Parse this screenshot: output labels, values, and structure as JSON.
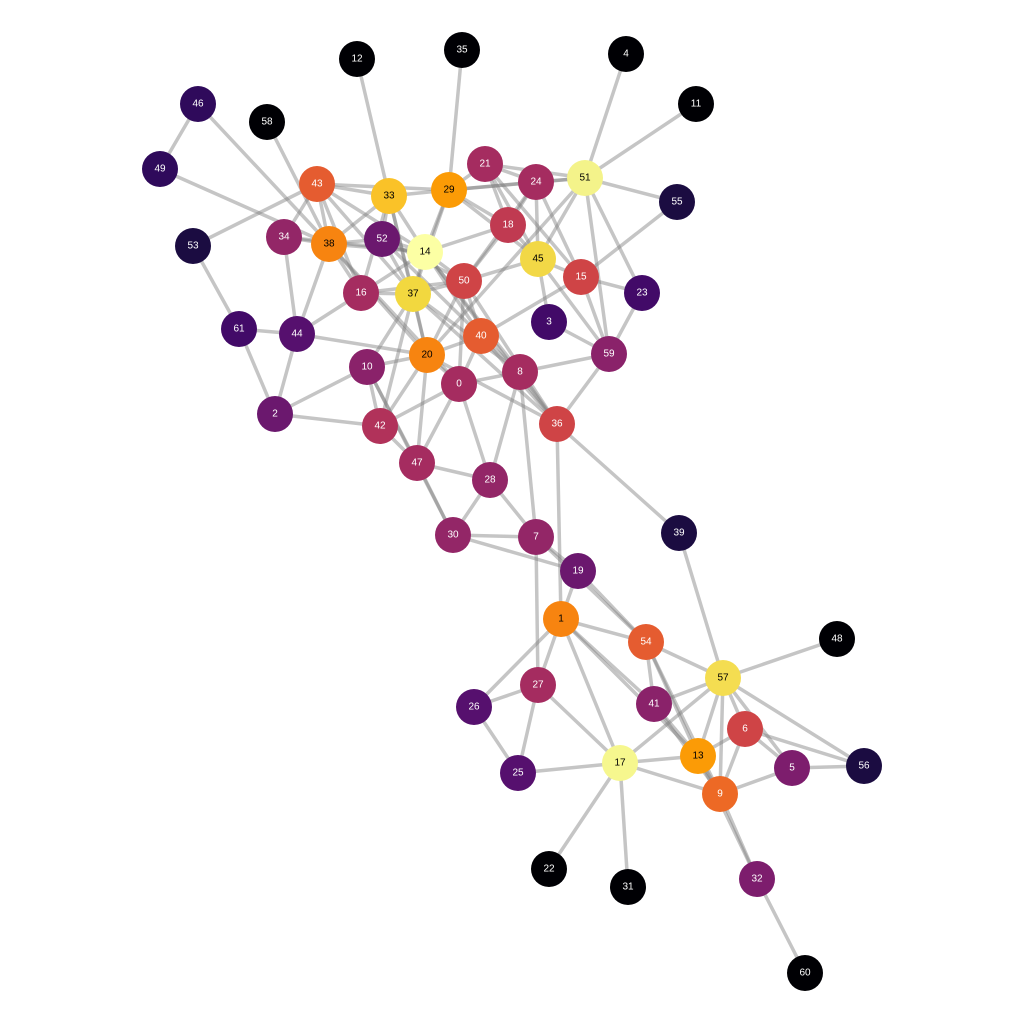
{
  "graph": {
    "nodes": [
      {
        "id": "0",
        "color": "#a52c60"
      },
      {
        "id": "1",
        "color": "#f78410"
      },
      {
        "id": "2",
        "color": "#6b186e"
      },
      {
        "id": "3",
        "color": "#420a68"
      },
      {
        "id": "4",
        "color": "#000004"
      },
      {
        "id": "5",
        "color": "#7d1d6d"
      },
      {
        "id": "6",
        "color": "#cf4446"
      },
      {
        "id": "7",
        "color": "#932667"
      },
      {
        "id": "8",
        "color": "#a52c60"
      },
      {
        "id": "9",
        "color": "#ed6925"
      },
      {
        "id": "10",
        "color": "#8a226a"
      },
      {
        "id": "11",
        "color": "#000004"
      },
      {
        "id": "12",
        "color": "#000004"
      },
      {
        "id": "13",
        "color": "#fb9b06"
      },
      {
        "id": "14",
        "color": "#fcffa4"
      },
      {
        "id": "15",
        "color": "#cf4446"
      },
      {
        "id": "16",
        "color": "#a52c60"
      },
      {
        "id": "17",
        "color": "#f6f78e"
      },
      {
        "id": "18",
        "color": "#c03a51"
      },
      {
        "id": "19",
        "color": "#6b186e"
      },
      {
        "id": "20",
        "color": "#f78410"
      },
      {
        "id": "21",
        "color": "#a52c60"
      },
      {
        "id": "22",
        "color": "#000004"
      },
      {
        "id": "23",
        "color": "#420a68"
      },
      {
        "id": "24",
        "color": "#a52c60"
      },
      {
        "id": "25",
        "color": "#56106e"
      },
      {
        "id": "26",
        "color": "#56106e"
      },
      {
        "id": "27",
        "color": "#a52c60"
      },
      {
        "id": "28",
        "color": "#932667"
      },
      {
        "id": "29",
        "color": "#fb9b06"
      },
      {
        "id": "30",
        "color": "#932667"
      },
      {
        "id": "31",
        "color": "#000004"
      },
      {
        "id": "32",
        "color": "#7d1d6d"
      },
      {
        "id": "33",
        "color": "#fac228"
      },
      {
        "id": "34",
        "color": "#932667"
      },
      {
        "id": "35",
        "color": "#000004"
      },
      {
        "id": "36",
        "color": "#cf4446"
      },
      {
        "id": "37",
        "color": "#f2d83f"
      },
      {
        "id": "38",
        "color": "#f78410"
      },
      {
        "id": "39",
        "color": "#1b0c41"
      },
      {
        "id": "40",
        "color": "#e55c30"
      },
      {
        "id": "41",
        "color": "#8a226a"
      },
      {
        "id": "42",
        "color": "#b1325a"
      },
      {
        "id": "43",
        "color": "#e55c30"
      },
      {
        "id": "44",
        "color": "#56106e"
      },
      {
        "id": "45",
        "color": "#f2d846"
      },
      {
        "id": "46",
        "color": "#2f0a5b"
      },
      {
        "id": "47",
        "color": "#a52c60"
      },
      {
        "id": "48",
        "color": "#000004"
      },
      {
        "id": "49",
        "color": "#2f0a5b"
      },
      {
        "id": "50",
        "color": "#cf4446"
      },
      {
        "id": "51",
        "color": "#f4f38a"
      },
      {
        "id": "52",
        "color": "#6b186e"
      },
      {
        "id": "53",
        "color": "#1b0c41"
      },
      {
        "id": "54",
        "color": "#e55c30"
      },
      {
        "id": "55",
        "color": "#1b0c41"
      },
      {
        "id": "56",
        "color": "#1b0c41"
      },
      {
        "id": "57",
        "color": "#f4dd51"
      },
      {
        "id": "58",
        "color": "#000004"
      },
      {
        "id": "59",
        "color": "#8a226a"
      },
      {
        "id": "60",
        "color": "#000004"
      },
      {
        "id": "61",
        "color": "#420a68"
      }
    ],
    "edges": [
      [
        "46",
        "49"
      ],
      [
        "46",
        "38"
      ],
      [
        "49",
        "38"
      ],
      [
        "58",
        "38"
      ],
      [
        "12",
        "33"
      ],
      [
        "35",
        "29"
      ],
      [
        "4",
        "51"
      ],
      [
        "11",
        "51"
      ],
      [
        "55",
        "15"
      ],
      [
        "51",
        "55"
      ],
      [
        "51",
        "24"
      ],
      [
        "51",
        "21"
      ],
      [
        "51",
        "29"
      ],
      [
        "51",
        "59"
      ],
      [
        "51",
        "20"
      ],
      [
        "51",
        "45"
      ],
      [
        "51",
        "23"
      ],
      [
        "43",
        "33"
      ],
      [
        "43",
        "29"
      ],
      [
        "43",
        "53"
      ],
      [
        "43",
        "38"
      ],
      [
        "43",
        "34"
      ],
      [
        "43",
        "14"
      ],
      [
        "43",
        "16"
      ],
      [
        "43",
        "37"
      ],
      [
        "33",
        "29"
      ],
      [
        "33",
        "14"
      ],
      [
        "33",
        "52"
      ],
      [
        "33",
        "38"
      ],
      [
        "33",
        "37"
      ],
      [
        "33",
        "16"
      ],
      [
        "33",
        "20"
      ],
      [
        "29",
        "21"
      ],
      [
        "29",
        "24"
      ],
      [
        "29",
        "18"
      ],
      [
        "29",
        "14"
      ],
      [
        "29",
        "37"
      ],
      [
        "29",
        "45"
      ],
      [
        "21",
        "24"
      ],
      [
        "21",
        "18"
      ],
      [
        "21",
        "45"
      ],
      [
        "21",
        "15"
      ],
      [
        "24",
        "18"
      ],
      [
        "24",
        "45"
      ],
      [
        "24",
        "50"
      ],
      [
        "24",
        "15"
      ],
      [
        "18",
        "45"
      ],
      [
        "18",
        "50"
      ],
      [
        "18",
        "14"
      ],
      [
        "45",
        "15"
      ],
      [
        "45",
        "3"
      ],
      [
        "45",
        "59"
      ],
      [
        "45",
        "50"
      ],
      [
        "15",
        "59"
      ],
      [
        "15",
        "40"
      ],
      [
        "15",
        "23"
      ],
      [
        "23",
        "59"
      ],
      [
        "34",
        "38"
      ],
      [
        "34",
        "44"
      ],
      [
        "34",
        "14"
      ],
      [
        "38",
        "14"
      ],
      [
        "38",
        "52"
      ],
      [
        "38",
        "16"
      ],
      [
        "38",
        "20"
      ],
      [
        "38",
        "0"
      ],
      [
        "38",
        "44"
      ],
      [
        "52",
        "14"
      ],
      [
        "52",
        "37"
      ],
      [
        "52",
        "50"
      ],
      [
        "52",
        "40"
      ],
      [
        "14",
        "37"
      ],
      [
        "14",
        "50"
      ],
      [
        "14",
        "16"
      ],
      [
        "14",
        "40"
      ],
      [
        "14",
        "8"
      ],
      [
        "14",
        "36"
      ],
      [
        "16",
        "37"
      ],
      [
        "16",
        "44"
      ],
      [
        "16",
        "50"
      ],
      [
        "37",
        "50"
      ],
      [
        "37",
        "10"
      ],
      [
        "37",
        "20"
      ],
      [
        "37",
        "8"
      ],
      [
        "37",
        "36"
      ],
      [
        "37",
        "42"
      ],
      [
        "50",
        "40"
      ],
      [
        "50",
        "20"
      ],
      [
        "50",
        "0"
      ],
      [
        "50",
        "36"
      ],
      [
        "40",
        "0"
      ],
      [
        "40",
        "8"
      ],
      [
        "40",
        "20"
      ],
      [
        "40",
        "36"
      ],
      [
        "3",
        "59"
      ],
      [
        "59",
        "8"
      ],
      [
        "59",
        "36"
      ],
      [
        "53",
        "61"
      ],
      [
        "61",
        "2"
      ],
      [
        "61",
        "44"
      ],
      [
        "44",
        "2"
      ],
      [
        "44",
        "20"
      ],
      [
        "10",
        "2"
      ],
      [
        "10",
        "20"
      ],
      [
        "10",
        "42"
      ],
      [
        "10",
        "47"
      ],
      [
        "10",
        "30"
      ],
      [
        "2",
        "42"
      ],
      [
        "20",
        "0"
      ],
      [
        "20",
        "42"
      ],
      [
        "20",
        "47"
      ],
      [
        "20",
        "36"
      ],
      [
        "0",
        "42"
      ],
      [
        "0",
        "47"
      ],
      [
        "0",
        "28"
      ],
      [
        "0",
        "8"
      ],
      [
        "8",
        "28"
      ],
      [
        "8",
        "7"
      ],
      [
        "8",
        "36"
      ],
      [
        "42",
        "47"
      ],
      [
        "47",
        "28"
      ],
      [
        "47",
        "30"
      ],
      [
        "28",
        "30"
      ],
      [
        "28",
        "7"
      ],
      [
        "30",
        "7"
      ],
      [
        "30",
        "19"
      ],
      [
        "7",
        "19"
      ],
      [
        "7",
        "27"
      ],
      [
        "7",
        "54"
      ],
      [
        "36",
        "1"
      ],
      [
        "36",
        "39"
      ],
      [
        "39",
        "57"
      ],
      [
        "19",
        "1"
      ],
      [
        "19",
        "54"
      ],
      [
        "1",
        "54"
      ],
      [
        "1",
        "27"
      ],
      [
        "1",
        "26"
      ],
      [
        "1",
        "17"
      ],
      [
        "1",
        "41"
      ],
      [
        "1",
        "13"
      ],
      [
        "26",
        "27"
      ],
      [
        "26",
        "25"
      ],
      [
        "27",
        "25"
      ],
      [
        "27",
        "17"
      ],
      [
        "54",
        "41"
      ],
      [
        "54",
        "57"
      ],
      [
        "54",
        "13"
      ],
      [
        "54",
        "9"
      ],
      [
        "48",
        "57"
      ],
      [
        "57",
        "41"
      ],
      [
        "57",
        "6"
      ],
      [
        "57",
        "13"
      ],
      [
        "57",
        "17"
      ],
      [
        "57",
        "9"
      ],
      [
        "57",
        "5"
      ],
      [
        "41",
        "13"
      ],
      [
        "41",
        "9"
      ],
      [
        "6",
        "13"
      ],
      [
        "6",
        "5"
      ],
      [
        "6",
        "9"
      ],
      [
        "6",
        "56"
      ],
      [
        "5",
        "56"
      ],
      [
        "5",
        "9"
      ],
      [
        "57",
        "56"
      ],
      [
        "13",
        "17"
      ],
      [
        "13",
        "9"
      ],
      [
        "13",
        "32"
      ],
      [
        "9",
        "32"
      ],
      [
        "9",
        "17"
      ],
      [
        "17",
        "25"
      ],
      [
        "17",
        "22"
      ],
      [
        "17",
        "31"
      ],
      [
        "32",
        "60"
      ]
    ]
  }
}
